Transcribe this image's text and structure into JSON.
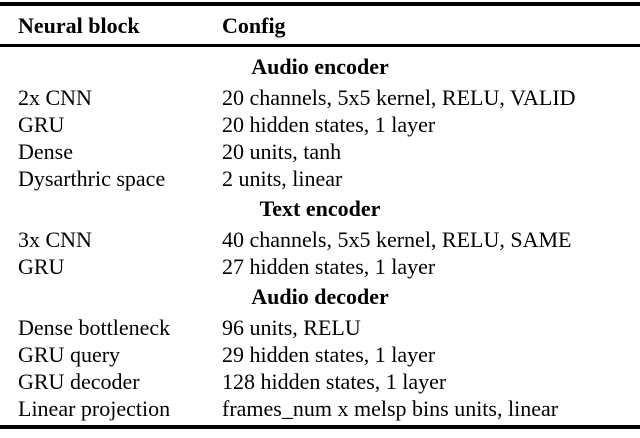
{
  "colors": {
    "text": "#000000",
    "background": "#ffffff",
    "rule": "#000000"
  },
  "table": {
    "header": {
      "neural_block": "Neural block",
      "config": "Config"
    },
    "rows": [
      {
        "type": "section",
        "label": "Audio encoder"
      },
      {
        "type": "data",
        "block": "2x CNN",
        "config": "20 channels, 5x5 kernel, RELU, VALID"
      },
      {
        "type": "data",
        "block": "GRU",
        "config": "20 hidden states, 1 layer"
      },
      {
        "type": "data",
        "block": "Dense",
        "config": "20 units, tanh"
      },
      {
        "type": "data",
        "block": "Dysarthric space",
        "config": "2 units, linear"
      },
      {
        "type": "section",
        "label": "Text encoder"
      },
      {
        "type": "data",
        "block": "3x CNN",
        "config": "40 channels, 5x5 kernel, RELU, SAME"
      },
      {
        "type": "data",
        "block": "GRU",
        "config": "27 hidden states, 1 layer"
      },
      {
        "type": "section",
        "label": "Audio decoder"
      },
      {
        "type": "data",
        "block": "Dense bottleneck",
        "config": "96 units, RELU"
      },
      {
        "type": "data",
        "block": "GRU query",
        "config": "29 hidden states, 1 layer"
      },
      {
        "type": "data",
        "block": "GRU decoder",
        "config": "128 hidden states, 1 layer"
      },
      {
        "type": "data",
        "block": "Linear projection",
        "config": "frames_num x melsp bins units, linear"
      }
    ]
  }
}
